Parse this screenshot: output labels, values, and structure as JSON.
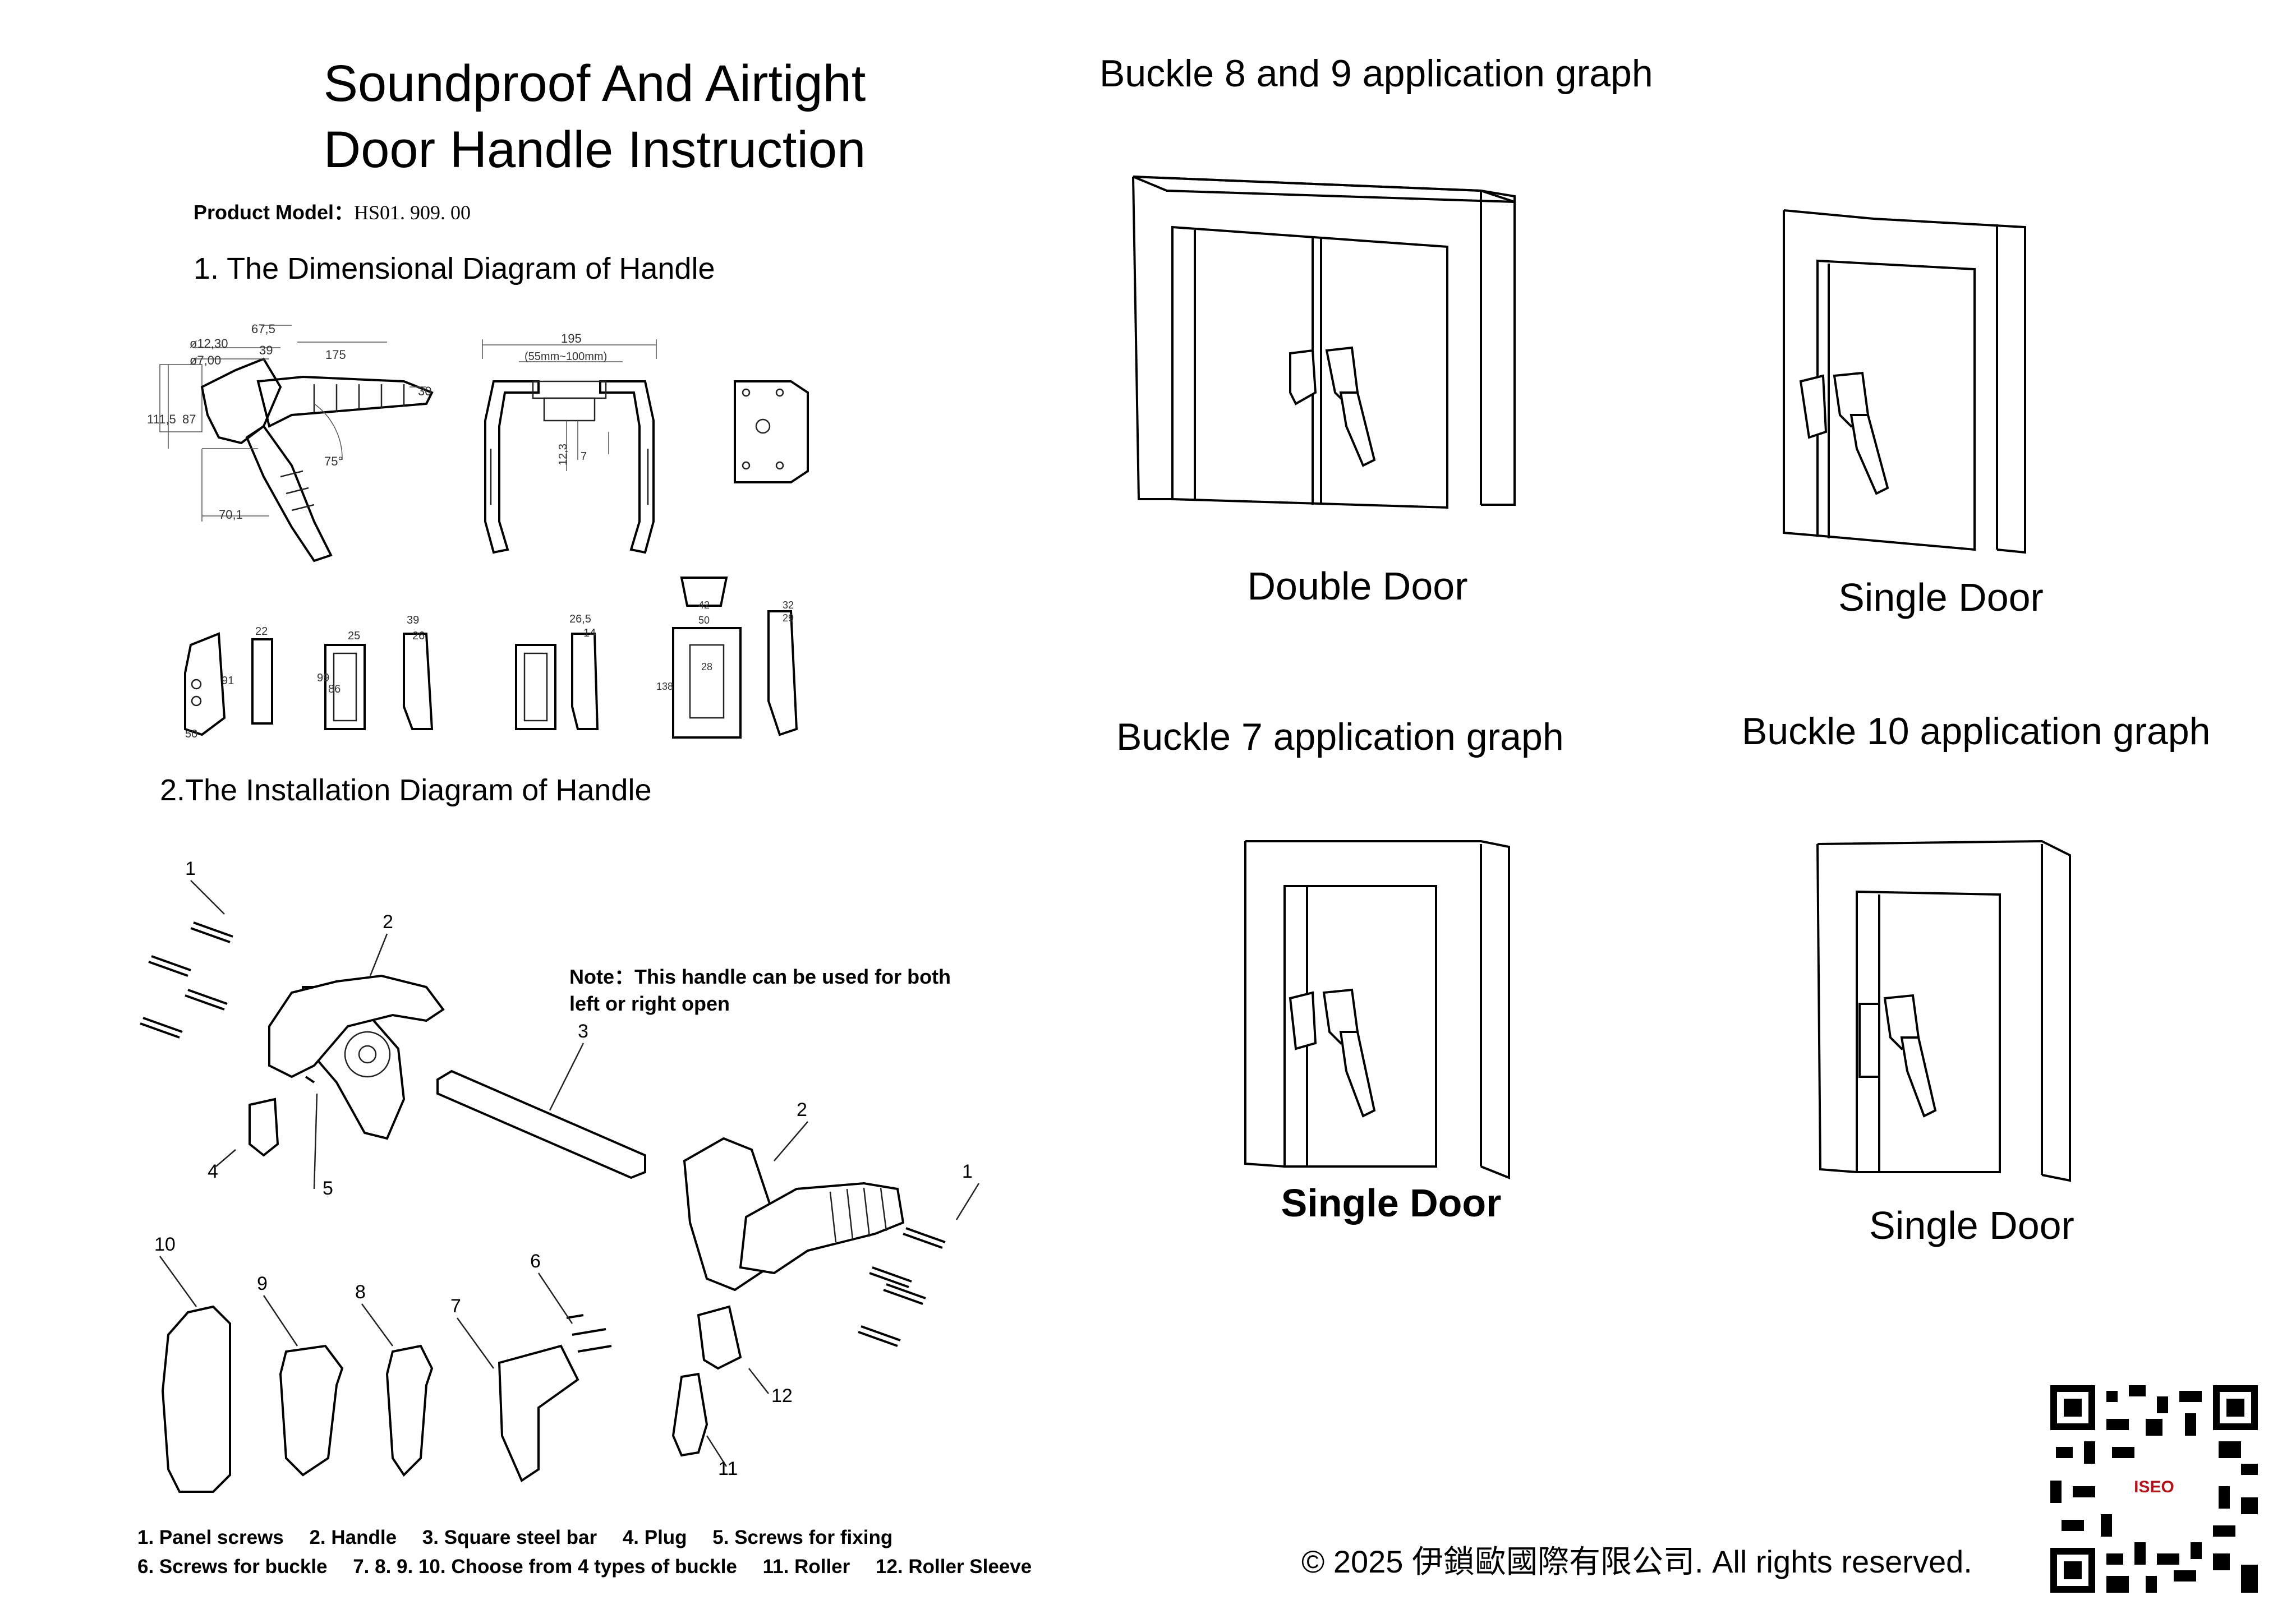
{
  "title": {
    "line1": "Soundproof And Airtight",
    "line2": "Door Handle Instruction"
  },
  "product_model": {
    "label": "Product Model：",
    "value": "HS01. 909. 00"
  },
  "sections": {
    "dimensional": "1. The Dimensional Diagram of Handle",
    "installation": "2.The Installation Diagram of Handle"
  },
  "note": {
    "line1": "Note：This handle can be used for both",
    "line2": "left or right open"
  },
  "dimensions": {
    "d1": "ø12,30",
    "d2": "67,5",
    "d3": "39",
    "d4": "ø7,00",
    "d5": "175",
    "d6": "30",
    "d7": "111,5",
    "d8": "87",
    "d9": "75°",
    "d10": "70,1",
    "d11": "195",
    "d12": "(55mm~100mm)",
    "d13": "12,3",
    "d14": "7",
    "d15": "22",
    "d16": "91",
    "d17": "50",
    "d18": "25",
    "d19": "39",
    "d20": "26",
    "d21": "99",
    "d22": "86",
    "d23": "26,5",
    "d24": "14",
    "d25": "42",
    "d26": "50",
    "d27": "28",
    "d28": "138",
    "d29": "32",
    "d30": "29"
  },
  "parts_numbers": [
    "1",
    "2",
    "3",
    "4",
    "5",
    "1",
    "2",
    "10",
    "9",
    "8",
    "7",
    "6",
    "12",
    "11"
  ],
  "legend": {
    "row1": [
      "1. Panel screws",
      "2. Handle",
      "3. Square steel bar",
      "4. Plug",
      "5. Screws for fixing"
    ],
    "row2": [
      "6. Screws for buckle",
      "7. 8. 9. 10. Choose from 4 types of buckle",
      "11. Roller",
      "12. Roller Sleeve"
    ]
  },
  "graphs": {
    "g89": {
      "title": "Buckle 8 and 9 application graph",
      "double_label": "Double Door",
      "single_label": "Single Door"
    },
    "g7": {
      "title": "Buckle 7 application graph",
      "label": "Single Door"
    },
    "g10": {
      "title": "Buckle 10 application graph",
      "label": "Single Door"
    }
  },
  "copyright": "© 2025 伊鎖歐國際有限公司. All rights reserved.",
  "brand": "ISEO"
}
